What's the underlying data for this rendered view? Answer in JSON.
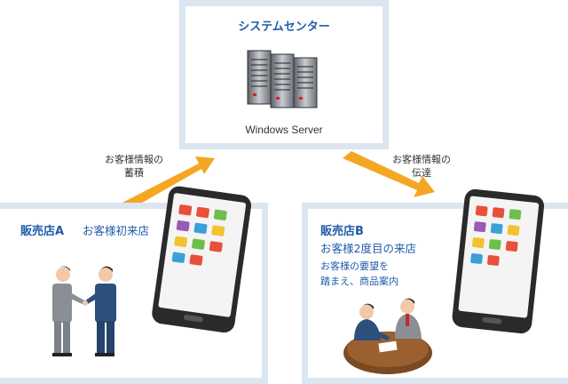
{
  "system_center": {
    "title": "システムセンター",
    "server_label": "Windows Server"
  },
  "flows": {
    "store_to_center": [
      "お客様情報の",
      "蓄積"
    ],
    "center_to_store": [
      "お客様情報の",
      "伝達"
    ]
  },
  "store_a": {
    "title": "販売店A",
    "subtitle": "お客様初来店"
  },
  "store_b": {
    "title": "販売店B",
    "subtitle": "お客様2度目の来店",
    "note_line1": "お客様の要望を",
    "note_line2": "踏まえ、商品案内"
  },
  "colors": {
    "accent_text": "#1f5ca8",
    "box_border": "#dbe6f1",
    "arrow": "#f5a623",
    "tablet_body": "#2a2a2a",
    "app_tiles": [
      "#e8503a",
      "#e8503a",
      "#6cc04a",
      "#9b59b6",
      "#3aa0d8",
      "#f2c230",
      "#f2c230",
      "#6cc04a",
      "#e8503a",
      "#3aa0d8",
      "#e8503a"
    ]
  },
  "icons": [
    "server-rack-icon",
    "tablet-icon",
    "handshake-people-icon",
    "meeting-people-icon",
    "arrow-icon"
  ]
}
